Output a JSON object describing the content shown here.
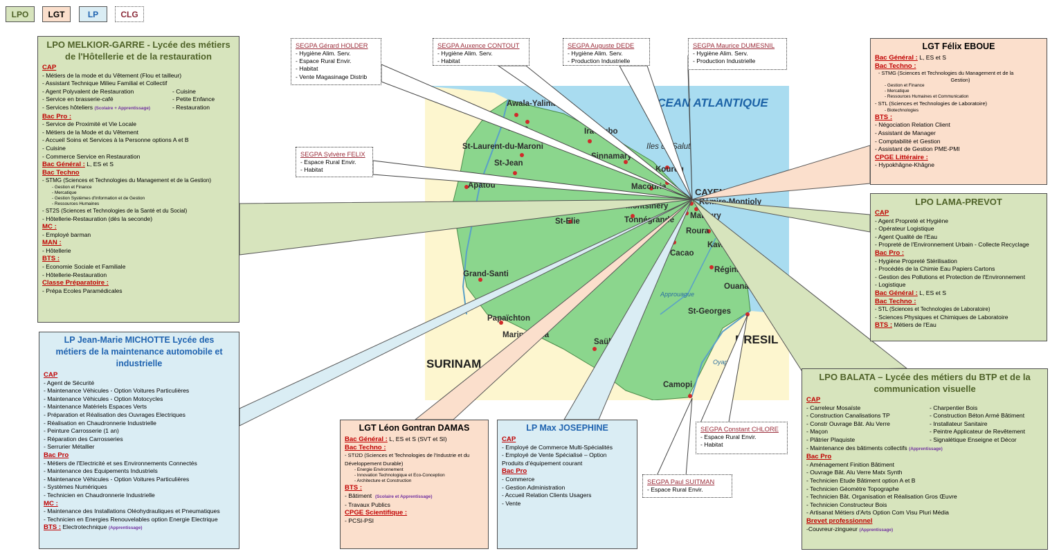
{
  "legend": [
    "LPO",
    "LGT",
    "LP",
    "CLG"
  ],
  "map": {
    "ocean": "OCEAN ATLANTIQUE",
    "surinam": "SURINAM",
    "bresil": "BRESIL",
    "places": [
      "Awala-Yalimapo",
      "Mana",
      "Iracoubo",
      "St-Laurent-du-Maroni",
      "Sinnamary",
      "Iles du Salut",
      "St-Jean",
      "Kourou",
      "Apatou",
      "Macouria",
      "CAYENNE",
      "Rémire-Montjoly",
      "Montsinéry",
      "Matoury",
      "St-Elie",
      "Tonnégrande",
      "Roura",
      "Cacao",
      "Kaw",
      "Régina",
      "Grand-Santi",
      "Ouanary",
      "St-Georges",
      "Papaïchton",
      "Maripasoula",
      "Saül",
      "Camopi",
      "Oyapok",
      "Approuague"
    ]
  },
  "melkior": {
    "title": "LPO MELKIOR-GARRE - Lycée des métiers de l'Hôtellerie et de la restauration",
    "cap_h": "CAP",
    "cap": [
      "- Métiers de la mode et du Vêtement (Flou et tailleur)",
      "- Assistant Technique Milieu Familial et Collectif"
    ],
    "cap_l": [
      "- Agent Polyvalent de Restauration",
      "- Service en brasserie-café",
      "- Services hôteliers"
    ],
    "cap_r": [
      "- Cuisine",
      "- Petite Enfance",
      "- Restauration"
    ],
    "cap_note": "(Scolaire + Apprentissage)",
    "bacpro_h": "Bac Pro :",
    "bacpro": [
      "- Service de Proximité et Vie Locale",
      "- Métiers de la Mode et du Vêtement",
      "- Accueil Soins et Services à la Personne options A et B",
      "- Cuisine",
      "- Commerce Service en Restauration"
    ],
    "bacgen_h": "Bac Général :",
    "bacgen": "L, ES et S",
    "bactech_h": "Bac Techno",
    "stmg": "- STMG (Sciences et Technologies du Management et de la Gestion)",
    "stmg_sub": [
      "- Gestion et Finance",
      "- Mercatique",
      "- Gestion Systèmes d'Information et de Gestion",
      "- Ressources Humaines"
    ],
    "tech2": [
      "- ST2S (Sciences et Technologies de la Santé et du Social)",
      "- Hôtellerie-Restauration (dès la seconde)"
    ],
    "mc_h": "MC :",
    "mc": [
      "- Employé barman"
    ],
    "man_h": "MAN :",
    "man": [
      "- Hôtellerie"
    ],
    "bts_h": "BTS :",
    "bts": [
      "- Economie Sociale et Familiale",
      "- Hôtellerie-Restauration"
    ],
    "prep_h": "Classe Préparatoire :",
    "prep": [
      "- Prépa Ecoles Paramédicales"
    ]
  },
  "michotte": {
    "title": "LP Jean-Marie MICHOTTE Lycée des métiers de la maintenance automobile et industrielle",
    "cap_h": "CAP",
    "cap": [
      "- Agent de Sécurité",
      "- Maintenance Véhicules - Option Voitures Particulières",
      "- Maintenance Véhicules - Option Motocycles",
      "- Maintenance Matériels Espaces Verts",
      "- Préparation et Réalisation des Ouvrages Electriques",
      "- Réalisation en Chaudronnerie Industrielle",
      "- Peinture Carrosserie (1 an)",
      "- Réparation des Carrosseries",
      "- Serrurier Métallier"
    ],
    "bacpro_h": "Bac Pro",
    "bacpro": [
      "- Métiers de l'Electricité et ses Environnements Connectés",
      "- Maintenance des Equipements Industriels",
      "- Maintenance Véhicules - Option Voitures Particulières",
      "- Systèmes Numériques",
      "- Technicien en Chaudronnerie Industrielle"
    ],
    "mc_h": "MC :",
    "mc": [
      "- Maintenance des Installations Oléohydrauliques et Pneumatiques",
      "- Technicien en Energies Renouvelables option Energie Electrique"
    ],
    "bts_h": "BTS :",
    "bts": "Electrotechnique",
    "bts_note": "(Apprentissage)"
  },
  "damas": {
    "title": "LGT Léon Gontran DAMAS",
    "bacgen_h": "Bac Général :",
    "bacgen": "L, ES et S (SVT et SI)",
    "bactech_h": "Bac Techno :",
    "sti2d": [
      "- STI2D (Sciences et Technologies de l'Industrie et du",
      "Développement Durable)"
    ],
    "sti2d_sub": [
      "- Energie Environnement",
      "- Innovation Technologique et Eco-Conception",
      "- Architecture et Construction"
    ],
    "bts_h": "BTS :",
    "bts": [
      "- Bâtiment",
      "- Travaux Publics"
    ],
    "bts_note": "(Scolaire et Apprentissage)",
    "cpge_h": "CPGE Scientifique :",
    "cpge": [
      "- PCSI-PSI"
    ]
  },
  "josephine": {
    "title": "LP Max JOSEPHINE",
    "cap_h": "CAP",
    "cap": [
      "- Employé de Commerce Multi-Spécialités",
      "- Employé de Vente Spécialisé – Option",
      "Produits d'équipement courant"
    ],
    "bacpro_h": "Bac Pro",
    "bacpro": [
      "- Commerce",
      "- Gestion Administration",
      "- Accueil Relation Clients Usagers",
      "- Vente"
    ]
  },
  "eboue": {
    "title": "LGT Félix EBOUE",
    "bacgen_h": "Bac Général :",
    "bacgen": "L, ES et S",
    "bactech_h": "Bac Techno :",
    "stmg": [
      "- STMG (Sciences et Technologies du Management et de la",
      "Gestion)"
    ],
    "stmg_sub": [
      "- Gestion et Finance",
      "- Mercatique",
      "- Ressources Humaines et Communication"
    ],
    "stl": "- STL (Sciences et Technologies de Laboratoire)",
    "stl_sub": [
      "- Biotechnologies"
    ],
    "bts_h": "BTS :",
    "bts": [
      "- Négociation Relation Client",
      "- Assistant de Manager",
      "- Comptabilité et Gestion",
      "- Assistant de Gestion PME-PMI"
    ],
    "cpge_h": "CPGE Littéraire :",
    "cpge": [
      "- Hypokhâgne-Khâgne"
    ]
  },
  "lama": {
    "title": "LPO LAMA-PREVOT",
    "cap_h": "CAP",
    "cap": [
      "- Agent Propreté et Hygiène",
      "- Opérateur Logistique",
      "- Agent Qualité de l'Eau",
      "- Propreté de l'Environnement Urbain - Collecte Recyclage"
    ],
    "bacpro_h": "Bac Pro :",
    "bacpro": [
      "- Hygiène Propreté Stérilisation",
      "- Procédés de la Chimie Eau Papiers Cartons",
      "- Gestion des Pollutions et Protection de l'Environnement",
      "- Logistique"
    ],
    "bacgen_h": "Bac Général :",
    "bacgen": "L, ES et S",
    "bactech_h": "Bac Techno :",
    "tech": [
      "- STL (Sciences et Technologies de Laboratoire)",
      "- Sciences Physiques et Chimiques de Laboratoire"
    ],
    "bts_h": "BTS :",
    "bts": "Métiers de l'Eau"
  },
  "balata": {
    "title": "LPO BALATA – Lycée des métiers du BTP et de la communication visuelle",
    "cap_h": "CAP",
    "cap_l": [
      "- Carreleur Mosaïste",
      "- Construction Canalisations TP",
      "- Constr Ouvrage Bât. Alu Verre",
      "- Maçon",
      "- Plâtrier Plaquiste"
    ],
    "cap_r": [
      "- Charpentier Bois",
      "- Construction Béton Armé Bâtiment",
      "- Installateur Sanitaire",
      "- Peintre Applicateur de Revêtement",
      "- Signalétique Enseigne et Décor"
    ],
    "cap_last": "- Maintenance des bâtiments collectifs",
    "cap_note": "(Apprentissage)",
    "bacpro_h": "Bac Pro",
    "bacpro": [
      "- Aménagement Finition Bâtiment",
      "- Ouvrage Bât. Alu Verre Matx Synth",
      "- Technicien Etude Bâtiment option A et B",
      "- Technicien Géomètre Topographe",
      "- Technicien Bât. Organisation et Réalisation Gros Œuvre",
      "- Technicien Constructeur Bois",
      "- Artisanat Métiers d'Arts Option Com Visu Pluri Média"
    ],
    "bp_h": "Brevet professionnel",
    "bp": "-Couvreur-zingueur",
    "bp_note": "(Apprentissage)"
  },
  "segpa": [
    {
      "title": "SEGPA Gérard HOLDER",
      "items": [
        "- Hygiène Alim. Serv.",
        "- Espace Rural Envir.",
        "- Habitat",
        "- Vente Magasinage Distrib"
      ]
    },
    {
      "title": "SEGPA Auxence CONTOUT",
      "items": [
        "- Hygiène Alim. Serv.",
        "- Habitat"
      ]
    },
    {
      "title": "SEGPA Auguste DEDE",
      "items": [
        "- Hygiène Alim. Serv.",
        "- Production Industrielle"
      ]
    },
    {
      "title": "SEGPA Maurice DUMESNIL",
      "items": [
        "- Hygiène Alim. Serv.",
        "- Production Industrielle"
      ]
    },
    {
      "title": "SEGPA Sylvère FELIX",
      "items": [
        "- Espace Rural Envir.",
        "- Habitat"
      ]
    },
    {
      "title": "SEGPA Constant CHLORE",
      "items": [
        "- Espace Rural Envir.",
        "- Habitat"
      ]
    },
    {
      "title": "SEGPA Paul SUITMAN",
      "items": [
        "- Espace Rural Envir."
      ]
    }
  ]
}
